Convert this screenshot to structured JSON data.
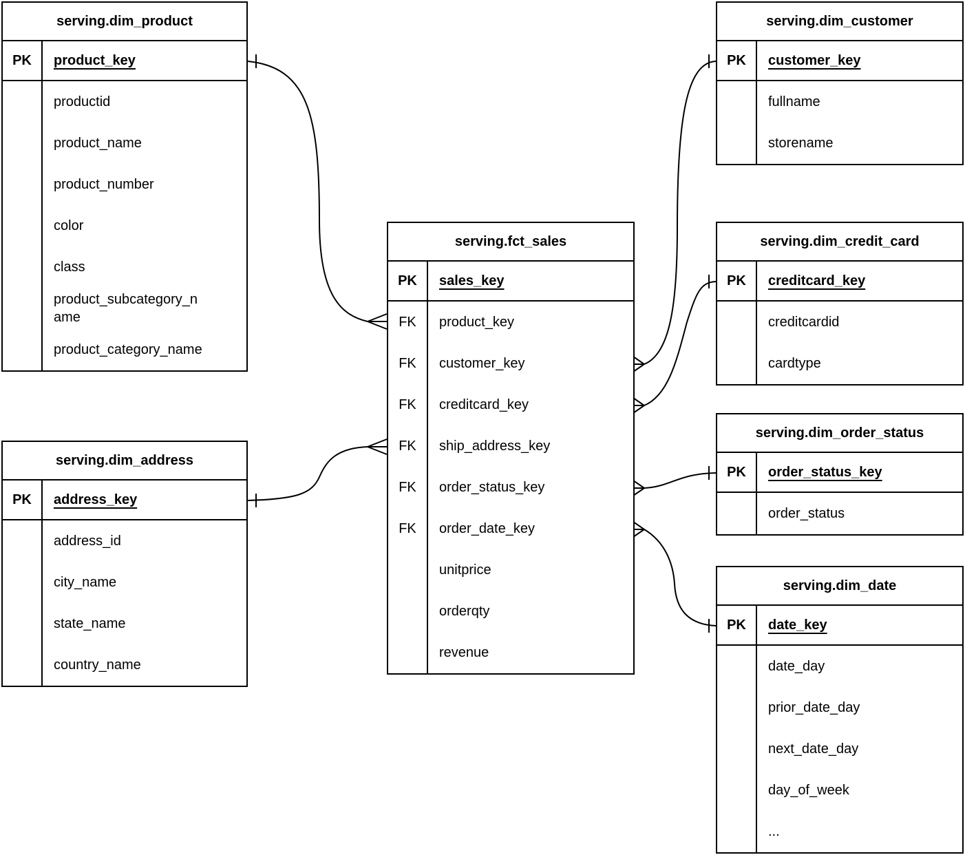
{
  "labels": {
    "pk": "PK",
    "fk": "FK"
  },
  "tables": {
    "dim_product": {
      "title": "serving.dim_product",
      "pk": "product_key",
      "fields": [
        "productid",
        "product_name",
        "product_number",
        "color",
        "class",
        "product_subcategory_name",
        "product_category_name"
      ]
    },
    "dim_address": {
      "title": "serving.dim_address",
      "pk": "address_key",
      "fields": [
        "address_id",
        "city_name",
        "state_name",
        "country_name"
      ]
    },
    "fct_sales": {
      "title": "serving.fct_sales",
      "pk": "sales_key",
      "fields": [
        "product_key",
        "customer_key",
        "creditcard_key",
        "ship_address_key",
        "order_status_key",
        "order_date_key",
        "unitprice",
        "orderqty",
        "revenue"
      ]
    },
    "dim_customer": {
      "title": "serving.dim_customer",
      "pk": "customer_key",
      "fields": [
        "fullname",
        "storename"
      ]
    },
    "dim_credit_card": {
      "title": "serving.dim_credit_card",
      "pk": "creditcard_key",
      "fields": [
        "creditcardid",
        "cardtype"
      ]
    },
    "dim_order_status": {
      "title": "serving.dim_order_status",
      "pk": "order_status_key",
      "fields": [
        "order_status"
      ]
    },
    "dim_date": {
      "title": "serving.dim_date",
      "pk": "date_key",
      "fields": [
        "date_day",
        "prior_date_day",
        "next_date_day",
        "day_of_week",
        "..."
      ]
    }
  },
  "relationships": [
    {
      "from": "serving.dim_product.product_key",
      "from_cardinality": "one",
      "to": "serving.fct_sales.product_key",
      "to_cardinality": "many"
    },
    {
      "from": "serving.dim_address.address_key",
      "from_cardinality": "one",
      "to": "serving.fct_sales.ship_address_key",
      "to_cardinality": "many"
    },
    {
      "from": "serving.dim_customer.customer_key",
      "from_cardinality": "one",
      "to": "serving.fct_sales.customer_key",
      "to_cardinality": "many"
    },
    {
      "from": "serving.dim_credit_card.creditcard_key",
      "from_cardinality": "one",
      "to": "serving.fct_sales.creditcard_key",
      "to_cardinality": "many"
    },
    {
      "from": "serving.dim_order_status.order_status_key",
      "from_cardinality": "one",
      "to": "serving.fct_sales.order_status_key",
      "to_cardinality": "many"
    },
    {
      "from": "serving.dim_date.date_key",
      "from_cardinality": "one",
      "to": "serving.fct_sales.order_date_key",
      "to_cardinality": "many"
    }
  ],
  "colors": {
    "line": "#000000",
    "text": "#000000",
    "background": "#ffffff"
  }
}
